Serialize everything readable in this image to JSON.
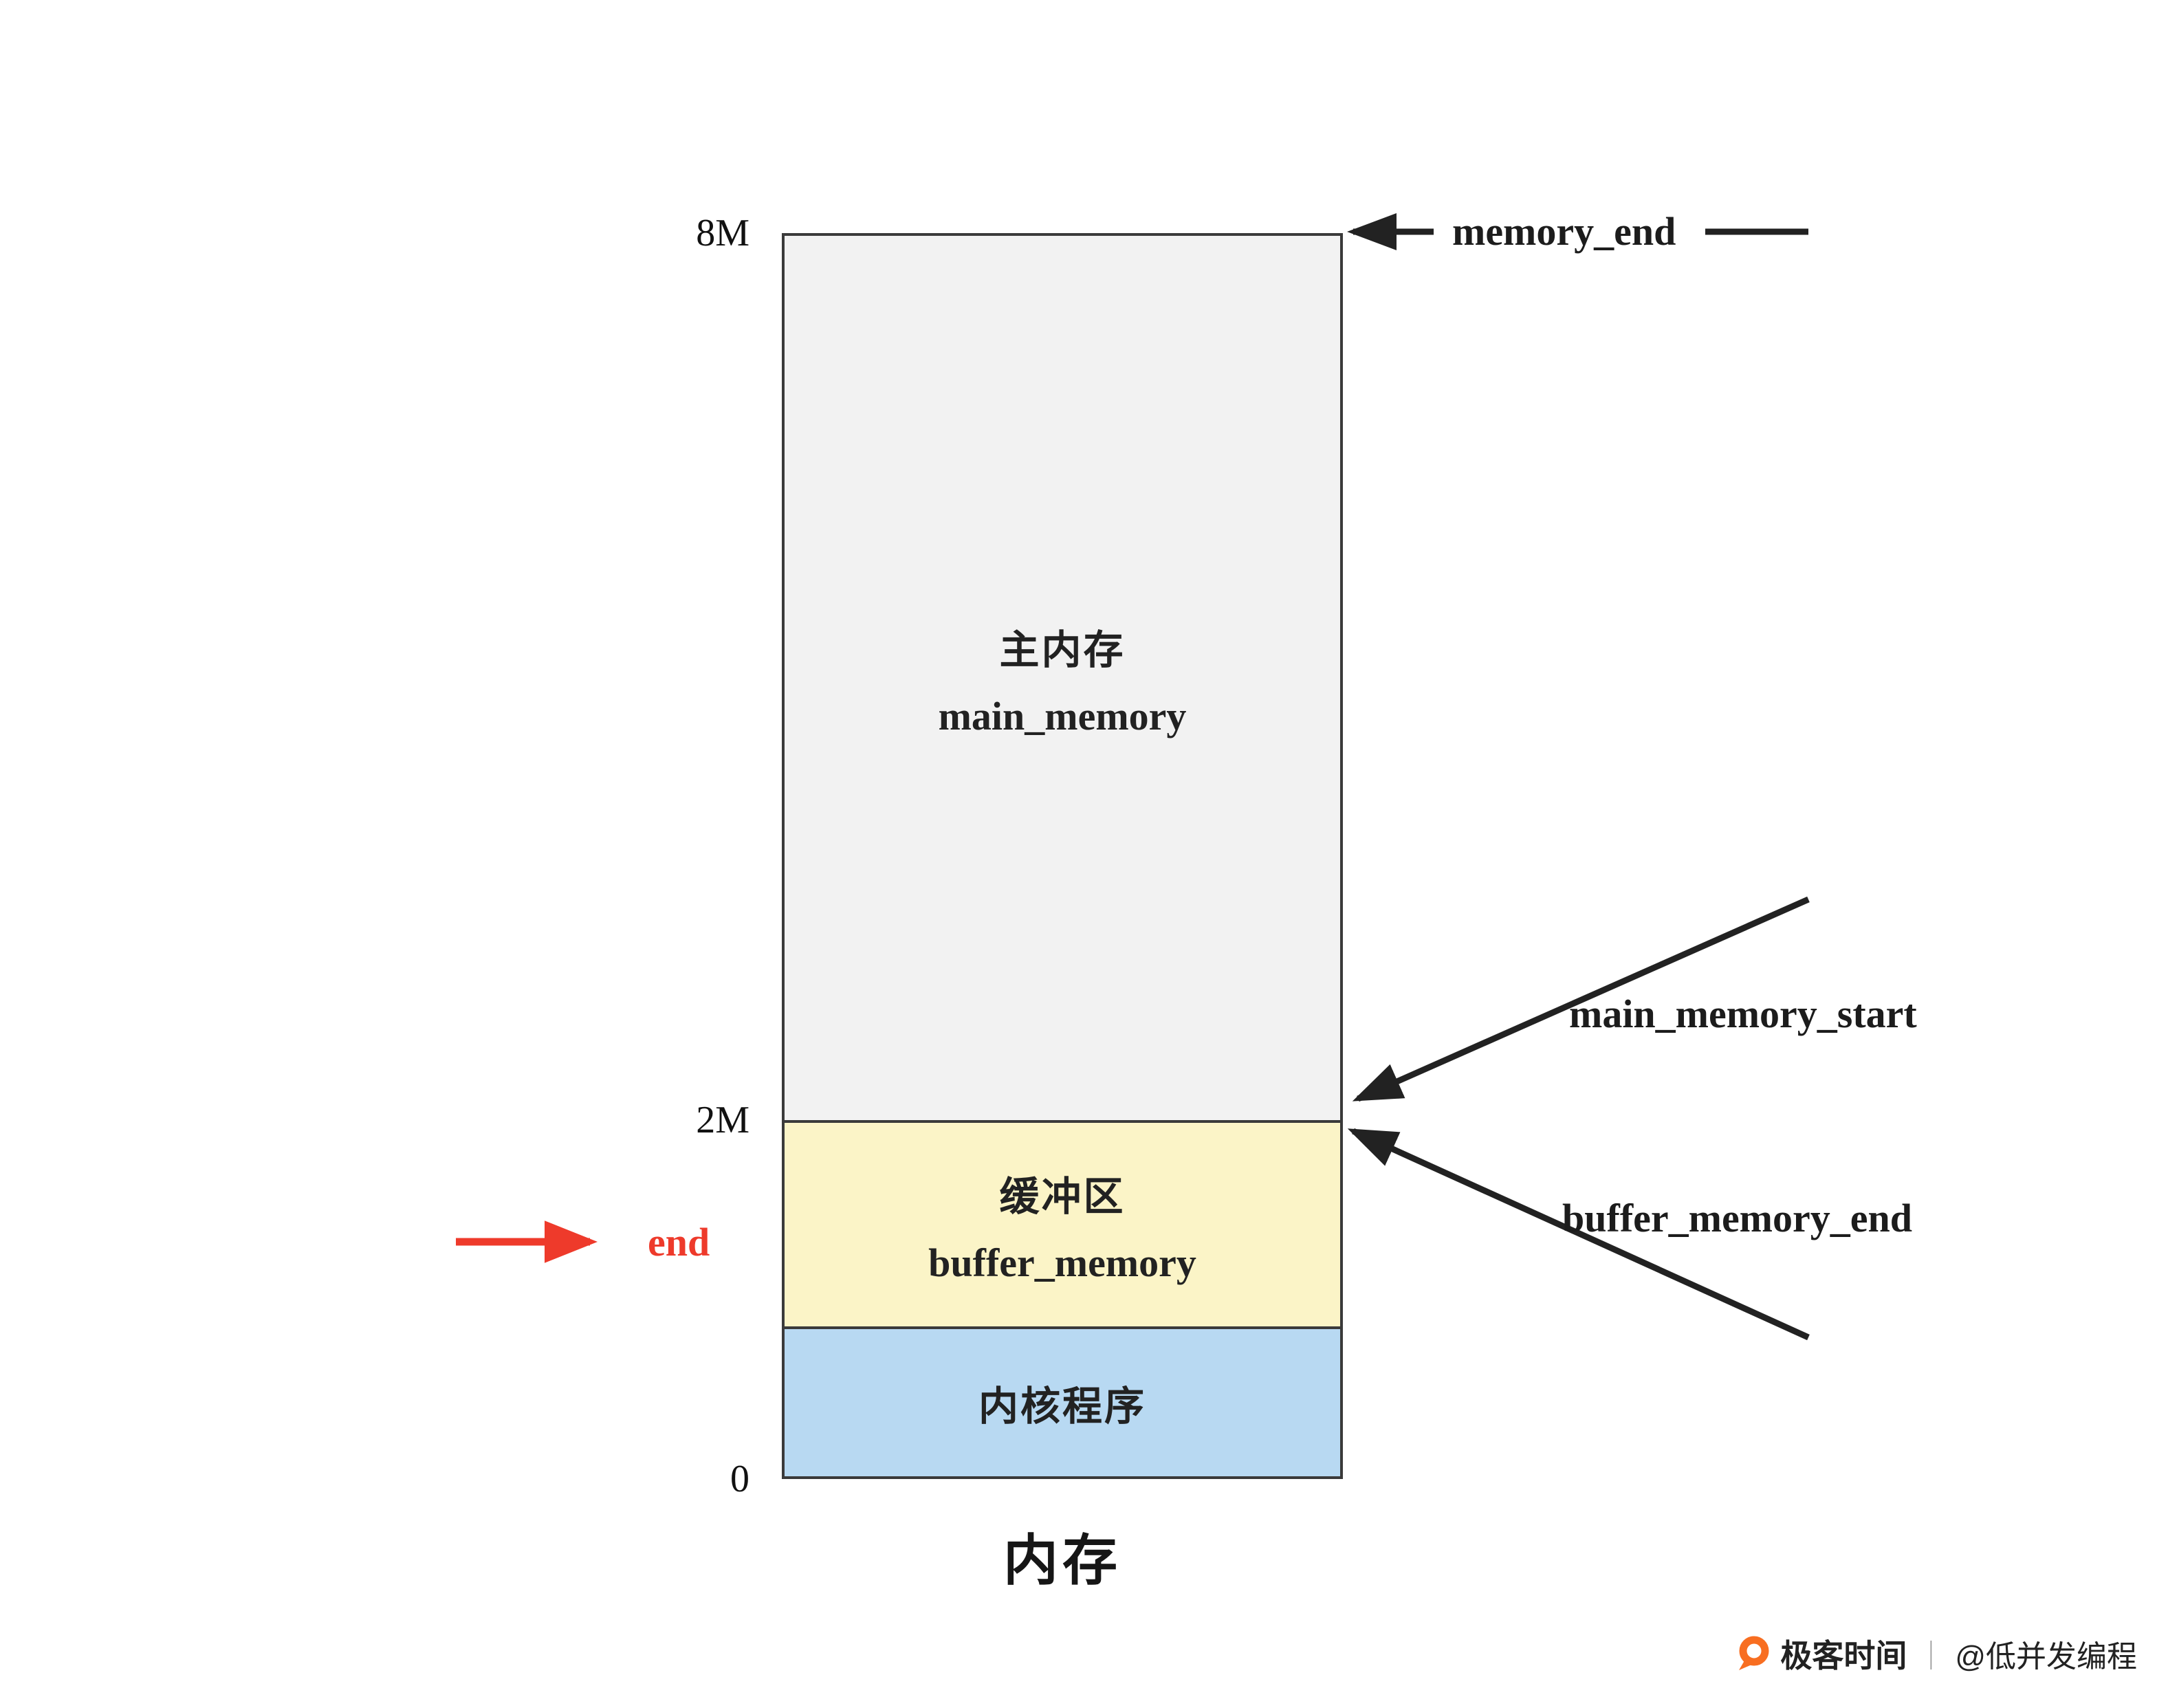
{
  "diagram": {
    "title": "内存",
    "axis_labels": {
      "top": "8M",
      "mid": "2M",
      "bottom": "0"
    },
    "sections": {
      "main_memory": {
        "name_cn": "主内存",
        "name_en": "main_memory",
        "fill": "#f2f2f2"
      },
      "buffer_memory": {
        "name_cn": "缓冲区",
        "name_en": "buffer_memory",
        "fill": "#fbf4c7"
      },
      "kernel": {
        "name_cn": "内核程序",
        "fill": "#b8d9f2"
      }
    },
    "annotations": {
      "memory_end": {
        "label": "memory_end"
      },
      "main_memory_start": {
        "label": "main_memory_start"
      },
      "buffer_memory_end": {
        "label": "buffer_memory_end"
      },
      "end_marker": {
        "label": "end",
        "color": "#ee3a2b"
      }
    },
    "colors": {
      "line": "#222222",
      "box_border": "#3a3a3a",
      "accent_red": "#ee3a2b"
    }
  },
  "footer": {
    "brand": "极客时间",
    "separator": "｜",
    "handle": "@低并发编程",
    "brand_color": "#f86e21"
  }
}
